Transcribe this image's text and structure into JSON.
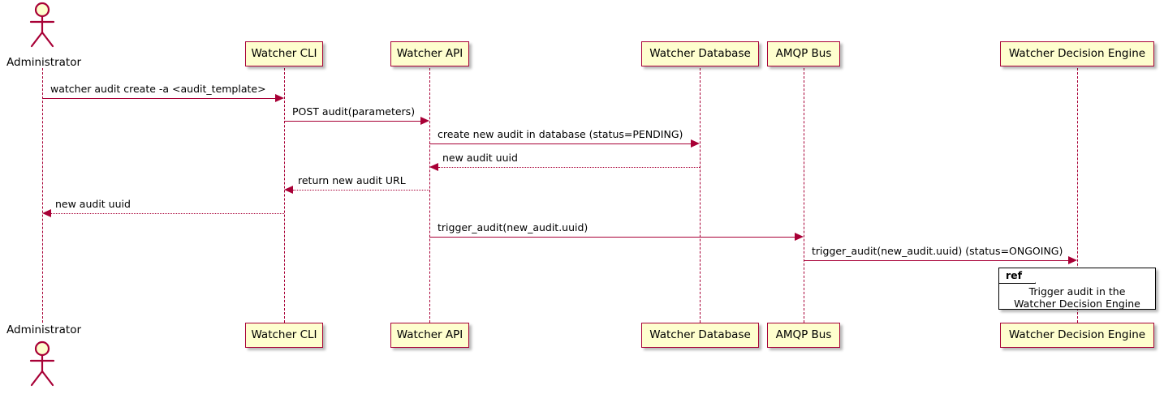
{
  "diagram": {
    "type": "uml-sequence-diagram",
    "colors": {
      "participant_fill": "#FEFECE",
      "participant_border": "#A80036",
      "arrow": "#A80036",
      "ref_border": "#000000",
      "ref_fill": "#FFFFFF",
      "text": "#000000",
      "background": "#FFFFFF"
    }
  },
  "actor": {
    "name": "Administrator",
    "label_top": "Administrator",
    "label_bottom": "Administrator"
  },
  "participants": [
    {
      "id": "cli",
      "label": "Watcher CLI"
    },
    {
      "id": "api",
      "label": "Watcher API"
    },
    {
      "id": "database",
      "label": "Watcher Database"
    },
    {
      "id": "amqp",
      "label": "AMQP Bus"
    },
    {
      "id": "engine",
      "label": "Watcher Decision Engine"
    }
  ],
  "messages": [
    {
      "index": 0,
      "from": "Administrator",
      "to": "Watcher CLI",
      "label": "watcher audit create -a <audit_template>",
      "kind": "call",
      "direction": "right"
    },
    {
      "index": 1,
      "from": "Watcher CLI",
      "to": "Watcher API",
      "label": "POST audit(parameters)",
      "kind": "call",
      "direction": "right"
    },
    {
      "index": 2,
      "from": "Watcher API",
      "to": "Watcher Database",
      "label": "create new audit in database (status=PENDING)",
      "kind": "call",
      "direction": "right"
    },
    {
      "index": 3,
      "from": "Watcher Database",
      "to": "Watcher API",
      "label": "new audit uuid",
      "kind": "return",
      "direction": "left"
    },
    {
      "index": 4,
      "from": "Watcher API",
      "to": "Watcher CLI",
      "label": "return new audit URL",
      "kind": "return",
      "direction": "left"
    },
    {
      "index": 5,
      "from": "Watcher CLI",
      "to": "Administrator",
      "label": "new audit uuid",
      "kind": "return",
      "direction": "left"
    },
    {
      "index": 6,
      "from": "Watcher API",
      "to": "AMQP Bus",
      "label": "trigger_audit(new_audit.uuid)",
      "kind": "call",
      "direction": "right"
    },
    {
      "index": 7,
      "from": "AMQP Bus",
      "to": "Watcher Decision Engine",
      "label": "trigger_audit(new_audit.uuid) (status=ONGOING)",
      "kind": "call",
      "direction": "right"
    }
  ],
  "ref_fragment": {
    "tag": "ref",
    "line1": "Trigger audit in the",
    "line2": "Watcher Decision Engine"
  }
}
